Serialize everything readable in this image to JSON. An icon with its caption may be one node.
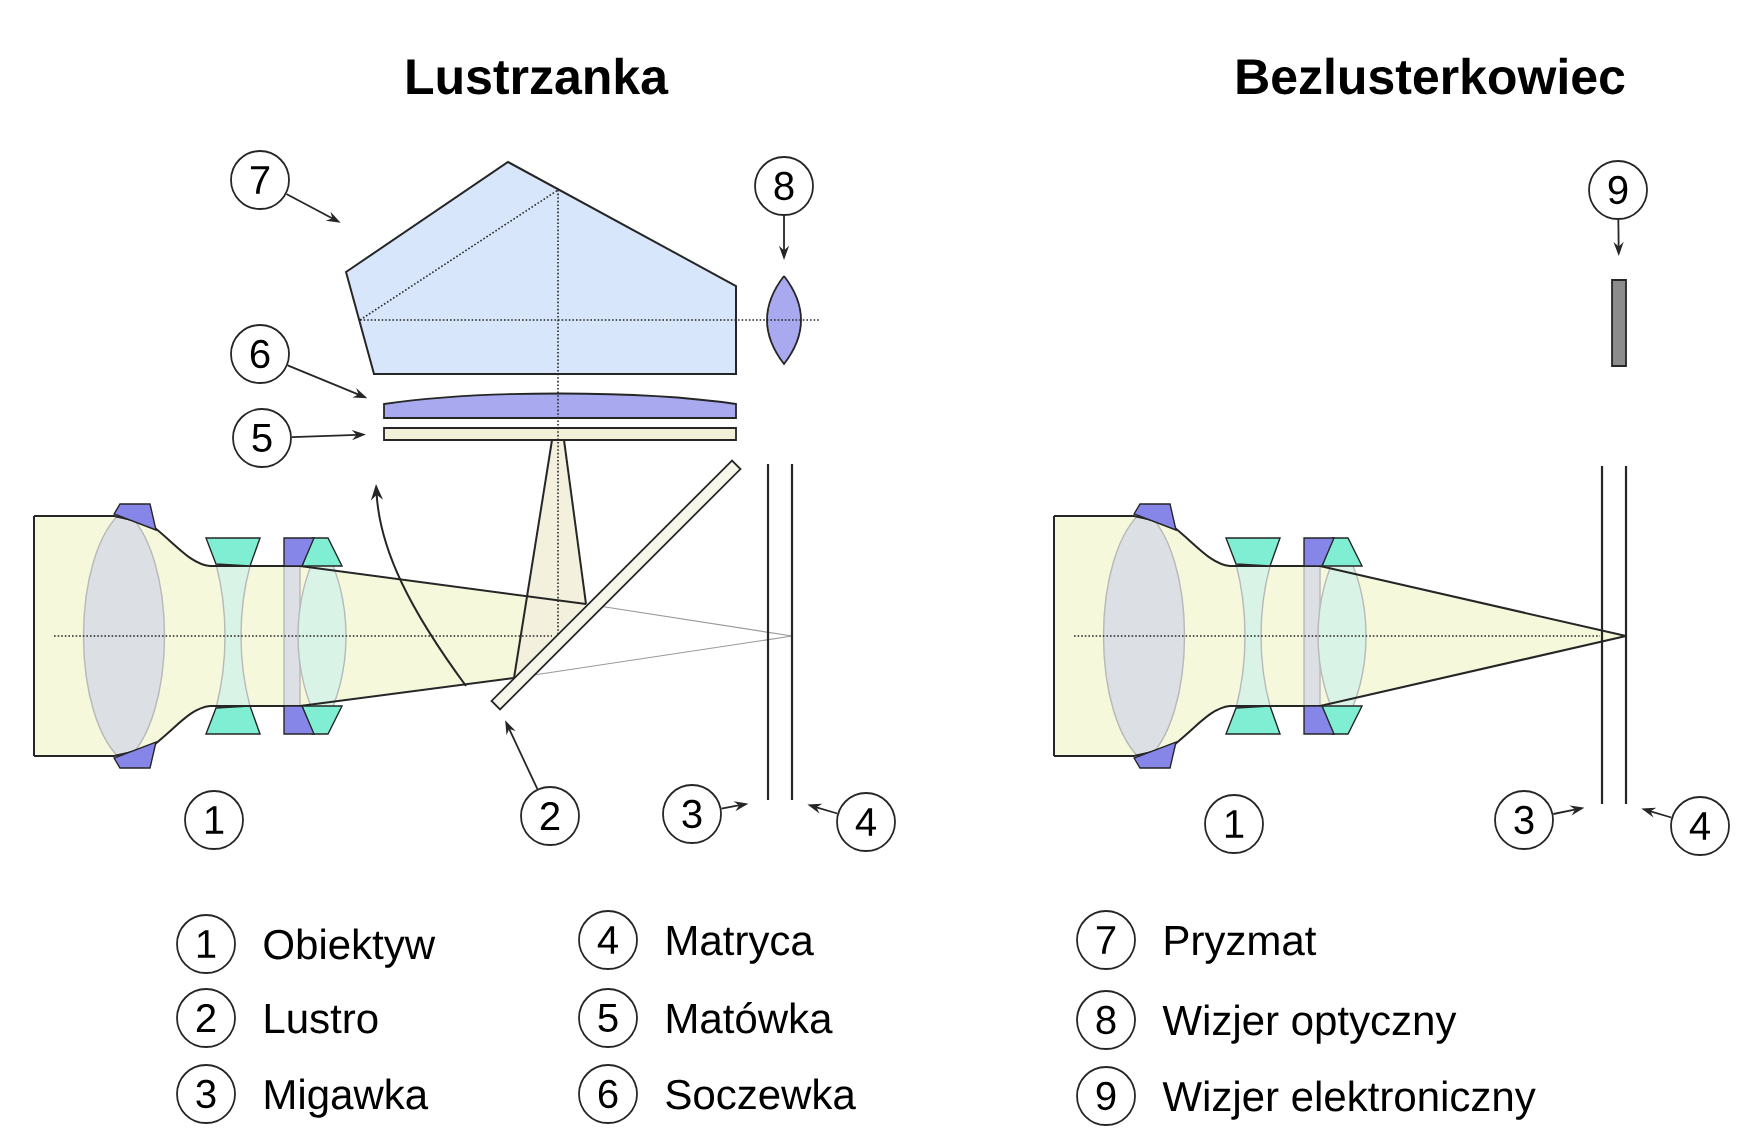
{
  "diagram": {
    "nodes": [
      {
        "text": [
          "7"
        ]
      },
      {
        "text": [],
        "shape": "pentagon"
      },
      {
        "text": [
          "8"
        ]
      },
      {
        "text": [],
        "shape": "lens"
      },
      {
        "text": [
          "9"
        ]
      },
      {
        "text": [],
        "shape": "bar"
      },
      {
        "text": [
          "6"
        ]
      },
      {
        "text": [],
        "shape": "lens"
      },
      {
        "text": [
          "5"
        ]
      },
      {
        "text": [],
        "shape": "bar"
      },
      {
        "text": [],
        "shape": "bar"
      },
      {
        "text": [],
        "shape": "line"
      },
      {
        "text": [],
        "shape": "line"
      },
      {
        "text": [],
        "shape": "line"
      },
      {
        "text": [],
        "shape": "line"
      },
      {
        "text": [
          "1"
        ]
      },
      {
        "text": [
          "2"
        ]
      },
      {
        "text": [
          "3"
        ]
      },
      {
        "text": [
          "4"
        ]
      },
      {
        "text": [
          "1"
        ]
      },
      {
        "text": [
          "3"
        ]
      },
      {
        "text": [
          "4"
        ]
      },
      {
        "text": [
          "1"
        ],
        "beside": [
          "Obiektyw"
        ]
      },
      {
        "text": [
          "2"
        ],
        "beside": [
          "Lustro"
        ]
      },
      {
        "text": [
          "3"
        ],
        "beside": [
          "Migawka"
        ]
      },
      {
        "text": [
          "4"
        ],
        "beside": [
          "Matryca"
        ]
      },
      {
        "text": [
          "5"
        ],
        "beside": [
          "Matówka"
        ]
      },
      {
        "text": [
          "6"
        ],
        "beside": [
          "Soczewka"
        ]
      },
      {
        "text": [
          "7"
        ],
        "beside": [
          "Pryzmat"
        ]
      },
      {
        "text": [
          "8"
        ],
        "beside": [
          "Wizjer optyczny"
        ]
      },
      {
        "text": [
          "9"
        ],
        "beside": [
          "Wizjer elektroniczny"
        ]
      }
    ],
    "edges": [
      {
        "from": 0,
        "to": 1,
        "arrow": "to"
      },
      {
        "from": 2,
        "to": 3,
        "arrow": "to"
      },
      {
        "from": 4,
        "to": 5,
        "arrow": "to"
      },
      {
        "from": 6,
        "to": 7,
        "arrow": "to"
      },
      {
        "from": 8,
        "to": 9,
        "arrow": "to"
      },
      {
        "from": 16,
        "to": 10,
        "arrow": "to"
      },
      {
        "from": 17,
        "to": 11,
        "arrow": "to"
      },
      {
        "from": 18,
        "to": 12,
        "arrow": "to"
      },
      {
        "from": 20,
        "to": 13,
        "arrow": "to"
      },
      {
        "from": 21,
        "to": 14,
        "arrow": "to"
      }
    ],
    "labels": [
      "Lustrzanka",
      "Bezlusterkowiec"
    ]
  }
}
